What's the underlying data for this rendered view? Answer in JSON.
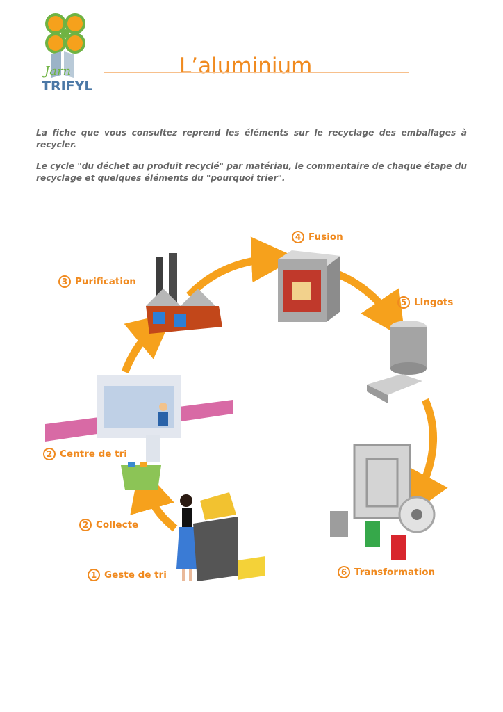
{
  "header": {
    "title": "L’aluminium",
    "logo_text_top": "Jarn",
    "logo_text_bottom": "TRIFYL"
  },
  "intro": {
    "paragraph1": "La fiche que vous consultez reprend les éléments sur le recyclage des emballages à recycler.",
    "paragraph2": "Le cycle \"du déchet au produit recyclé\" par matériau, le commentaire de chaque étape du recyclage et quelques éléments du \"pourquoi trier\"."
  },
  "steps": [
    {
      "num": "4",
      "label": "Fusion"
    },
    {
      "num": "3",
      "label": "Purification"
    },
    {
      "num": "5",
      "label": "Lingots"
    },
    {
      "num": "2",
      "label": "Centre de tri"
    },
    {
      "num": "2",
      "label": "Collecte"
    },
    {
      "num": "1",
      "label": "Geste de tri"
    },
    {
      "num": "6",
      "label": "Transformation"
    }
  ],
  "colors": {
    "accent": "#f08a1f",
    "leaf": "#f5a623",
    "leaf_green": "#7ab648",
    "text": "#666666"
  }
}
